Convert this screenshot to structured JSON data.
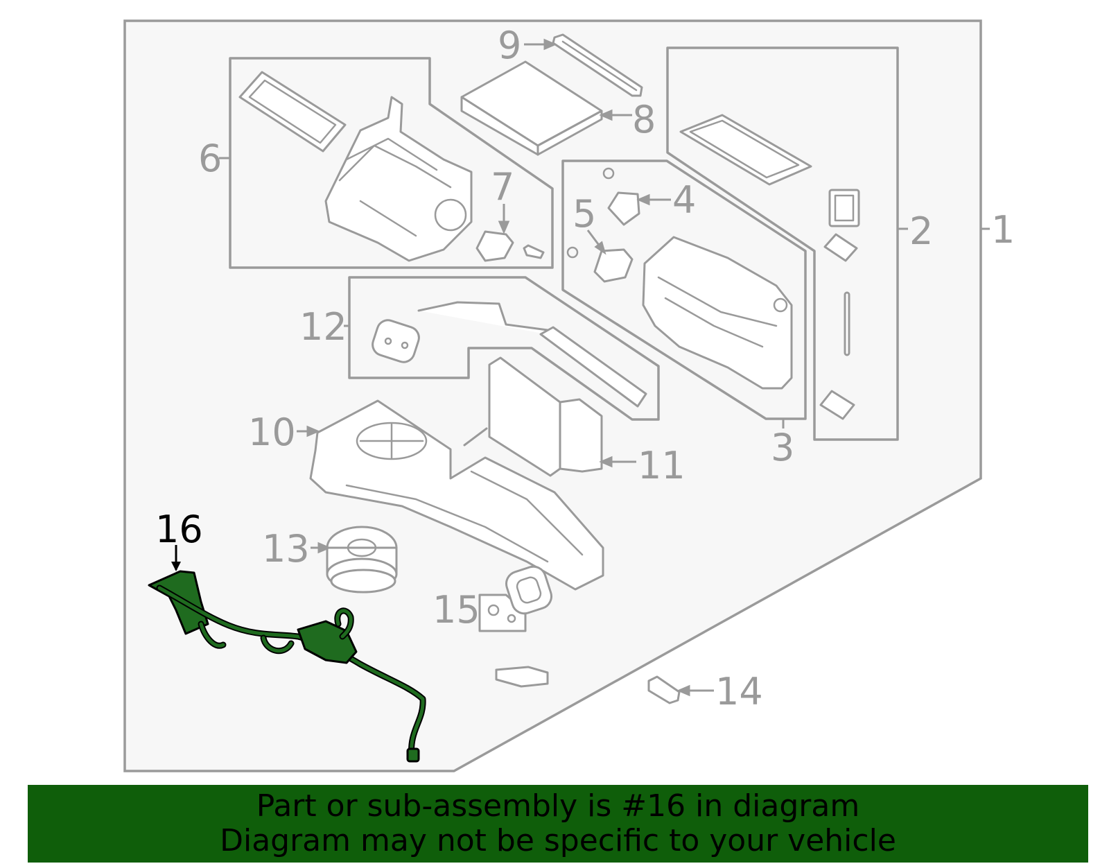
{
  "callouts": {
    "c1": "1",
    "c2": "2",
    "c3": "3",
    "c4": "4",
    "c5": "5",
    "c6": "6",
    "c7": "7",
    "c8": "8",
    "c9": "9",
    "c10": "10",
    "c11": "11",
    "c12": "12",
    "c13": "13",
    "c14": "14",
    "c15": "15",
    "c16": "16"
  },
  "highlighted_part": "16",
  "colors": {
    "line_gray": "#9a9a9a",
    "highlight_green": "#1f6b1f",
    "banner_green": "#0f5e0a",
    "panel_fill": "#f7f7f7"
  },
  "banner": {
    "line1": "Part or sub-assembly is #16 in diagram",
    "line2": "Diagram may not be specific to your vehicle"
  }
}
